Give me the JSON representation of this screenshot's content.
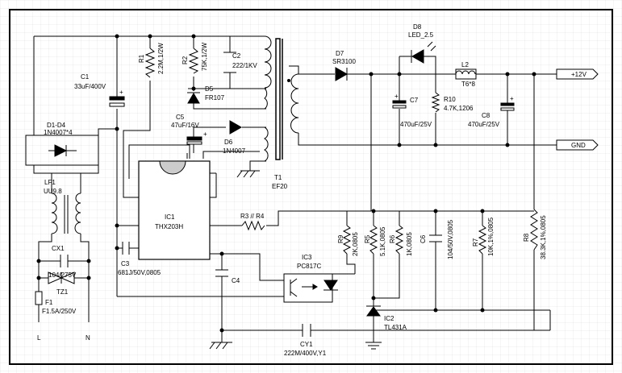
{
  "components": {
    "c1": {
      "ref": "C1",
      "value": "33uF/400V"
    },
    "r1": {
      "ref": "R1",
      "value": "2.2M,1/2W"
    },
    "r2": {
      "ref": "R2",
      "value": "75K,1/2W"
    },
    "c2": {
      "ref": "C2",
      "value": "222/1KV"
    },
    "d5": {
      "ref": "D5",
      "value": "FR107"
    },
    "c5": {
      "ref": "C5",
      "value": "47uF/16V"
    },
    "d6": {
      "ref": "D6",
      "value": "1N4007"
    },
    "d1d4": {
      "ref": "D1-D4",
      "value": "1N4007*4"
    },
    "lf1": {
      "ref": "LF1",
      "value": "UU9.8"
    },
    "cx1": {
      "ref": "CX1",
      "value": "104/275V"
    },
    "tz1": {
      "ref": "TZ1"
    },
    "f1": {
      "ref": "F1",
      "value": "F1.5A/250V"
    },
    "ic1": {
      "ref": "IC1",
      "value": "THX203H"
    },
    "c3": {
      "ref": "C3",
      "value": "681J/50V,0805"
    },
    "c4": {
      "ref": "C4"
    },
    "r3r4": {
      "ref": "R3 // R4"
    },
    "t1": {
      "ref": "T1",
      "value": "EF20"
    },
    "d7": {
      "ref": "D7",
      "value": "SR3100"
    },
    "d8": {
      "ref": "D8",
      "value": "LED_2.5"
    },
    "l2": {
      "ref": "L2",
      "value": "T6*8"
    },
    "c7": {
      "ref": "C7",
      "value": "470uF/25V"
    },
    "r10": {
      "ref": "R10",
      "value": "4.7K,1206"
    },
    "c8": {
      "ref": "C8",
      "value": "470uF/25V"
    },
    "r9": {
      "ref": "R9",
      "value": "2K,0805"
    },
    "r5": {
      "ref": "R5",
      "value": "5.1K,0805"
    },
    "r6": {
      "ref": "R6",
      "value": "1K,0805"
    },
    "c6": {
      "ref": "C6",
      "value": "104/50V,0805"
    },
    "r7": {
      "ref": "R7",
      "value": "10K,1%,0805"
    },
    "r8": {
      "ref": "R8",
      "value": "38.3K,1%,0805"
    },
    "ic3": {
      "ref": "IC3",
      "value": "PC817C"
    },
    "ic2": {
      "ref": "IC2",
      "value": "TL431A"
    },
    "cy1": {
      "ref": "CY1",
      "value": "222M/400V,Y1"
    }
  },
  "ports": {
    "plus12v": "+12V",
    "gnd": "GND",
    "line": "L",
    "neutral": "N"
  },
  "polarity": {
    "plus": "+"
  }
}
